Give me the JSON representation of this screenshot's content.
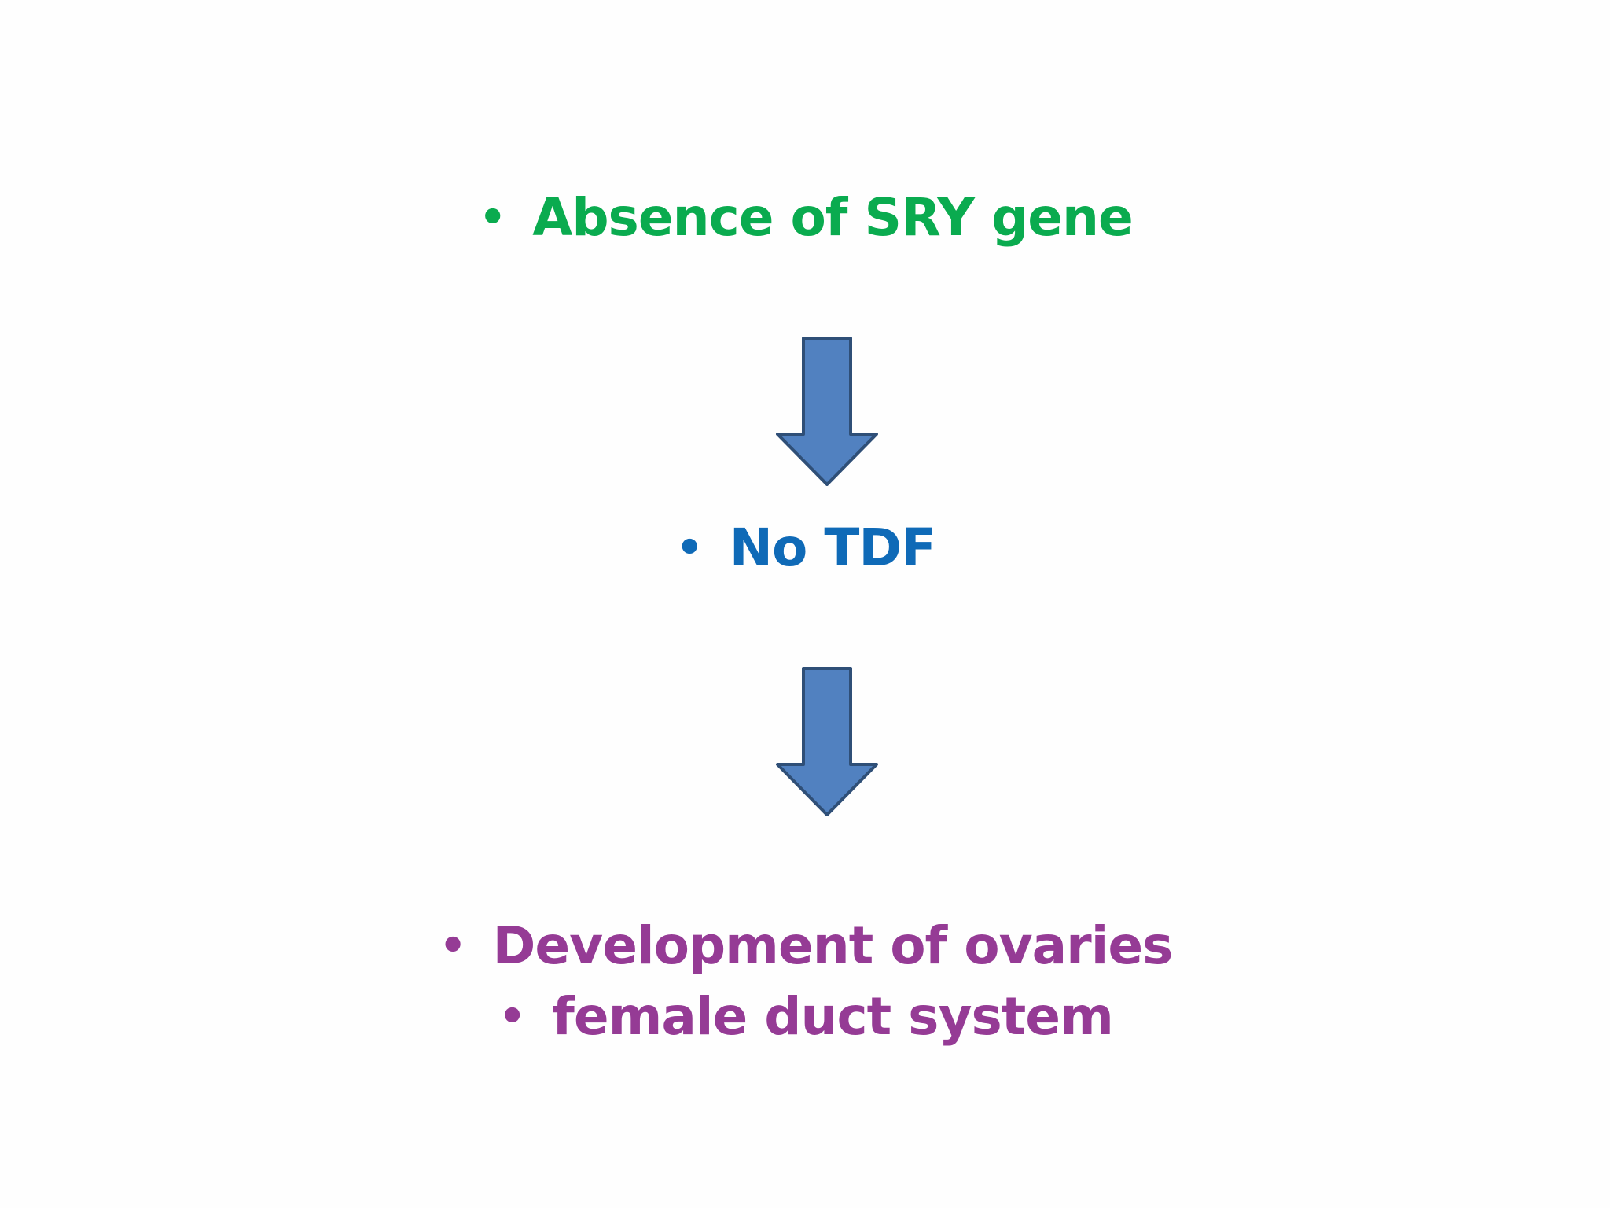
{
  "flow": {
    "steps": [
      {
        "bullet": "•",
        "text": "Absence of SRY gene",
        "color": "#0aab4f"
      },
      {
        "bullet": "•",
        "text": "No TDF",
        "color": "#0f6ab7"
      },
      {
        "bullet": "•",
        "text": "Development of ovaries",
        "color": "#953b95"
      },
      {
        "bullet": "•",
        "text": "female duct system",
        "color": "#953b95"
      }
    ],
    "arrow": {
      "fill": "#5181c0",
      "stroke": "#2f4f77",
      "icon": "down-arrow-icon"
    }
  }
}
